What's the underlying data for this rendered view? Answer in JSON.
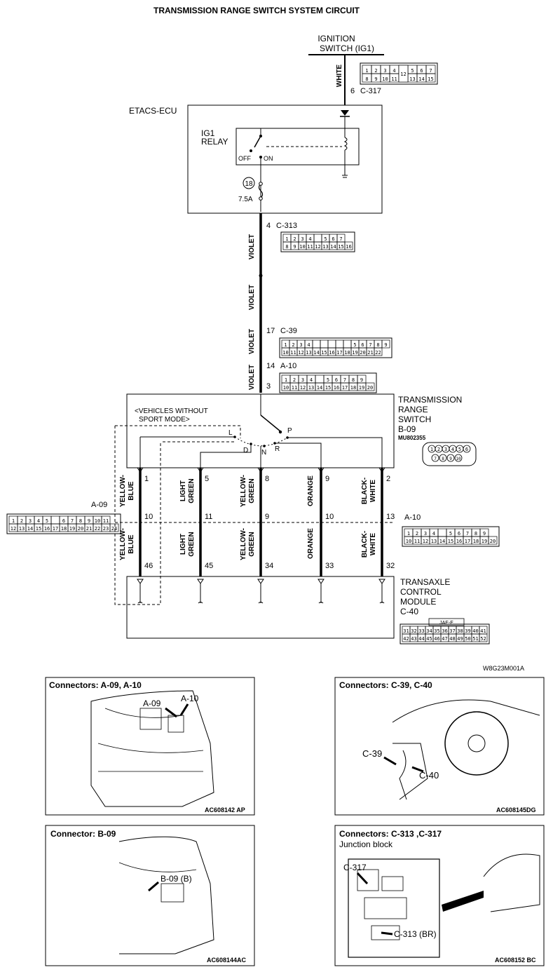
{
  "title": "TRANSMISSION RANGE SWITCH SYSTEM CIRCUIT",
  "ignition": {
    "line1": "IGNITION",
    "line2": "SWITCH (IG1)",
    "wire": "WHITE",
    "pin": "6",
    "connector": "C-317"
  },
  "etacs": {
    "label": "ETACS-ECU",
    "relay_line1": "IG1",
    "relay_line2": "RELAY",
    "off": "OFF",
    "on": "ON",
    "fuse_no": "18",
    "fuse_amp": "7.5A"
  },
  "c313": {
    "pin": "4",
    "connector": "C-313"
  },
  "c39": {
    "pin": "17",
    "connector": "C-39"
  },
  "a10_top": {
    "pin": "14",
    "connector": "A-10"
  },
  "violet": "VIOLET",
  "b09_pin3": "3",
  "trs": {
    "line1": "TRANSMISSION",
    "line2": "RANGE",
    "line3": "SWITCH",
    "connector": "B-09",
    "part": "MU802355",
    "note_line1": "<VEHICLES WITHOUT",
    "note_line2": "SPORT MODE>",
    "positions": [
      "L",
      "P",
      "D",
      "N",
      "R"
    ]
  },
  "wires": [
    {
      "l1": "YELLOW-",
      "l2": "BLUE",
      "top_pin": "1",
      "mid_pin": "10",
      "bottom_pin": "46"
    },
    {
      "l1": "LIGHT",
      "l2": "GREEN",
      "top_pin": "5",
      "mid_pin": "11",
      "bottom_pin": "45"
    },
    {
      "l1": "YELLOW-",
      "l2": "GREEN",
      "top_pin": "8",
      "mid_pin": "9",
      "bottom_pin": "34"
    },
    {
      "l1": "ORANGE",
      "l2": "",
      "top_pin": "9",
      "mid_pin": "10",
      "bottom_pin": "33"
    },
    {
      "l1": "BLACK-",
      "l2": "WHITE",
      "top_pin": "2",
      "mid_pin": "13",
      "bottom_pin": "32"
    }
  ],
  "a09": "A-09",
  "a10_mid": "A-10",
  "tcm": {
    "line1": "TRANSAXLE",
    "line2": "CONTROL",
    "line3": "MODULE",
    "connector": "C-40",
    "jae": "JAE-E"
  },
  "diagram_code": "W8G23M001A",
  "panels": [
    {
      "title": "Connectors: A-09, A-10",
      "subtitle": "",
      "code": "AC608142 AP",
      "callouts": [
        "A-09",
        "A-10"
      ]
    },
    {
      "title": "Connectors: C-39, C-40",
      "subtitle": "",
      "code": "AC608145DG",
      "callouts": [
        "C-39",
        "C-40"
      ]
    },
    {
      "title": "Connector: B-09",
      "subtitle": "",
      "code": "AC608144AC",
      "callouts": [
        "B-09 (B)"
      ]
    },
    {
      "title": "Connectors: C-313 ,C-317",
      "subtitle": "Junction block",
      "code": "AC608152 BC",
      "callouts": [
        "C-317",
        "C-313 (BR)"
      ]
    }
  ],
  "conn_c317": {
    "row1": [
      "1",
      "2",
      "3",
      "4",
      "",
      "5",
      "6",
      "7"
    ],
    "row2": [
      "8",
      "9",
      "10",
      "11",
      "",
      "13",
      "14",
      "15"
    ],
    "wide": "12"
  },
  "conn_c313": {
    "row1": [
      "1",
      "2",
      "3",
      "4",
      "",
      "5",
      "6",
      "7"
    ],
    "row2": [
      "8",
      "9",
      "10",
      "11",
      "12",
      "13",
      "14",
      "15",
      "16"
    ]
  },
  "conn_c39": {
    "row1": [
      "1",
      "2",
      "3",
      "4",
      "",
      "",
      "",
      "",
      "",
      "5",
      "6",
      "7",
      "8",
      "9"
    ],
    "row2": [
      "10",
      "11",
      "12",
      "13",
      "14",
      "15",
      "16",
      "17",
      "18",
      "19",
      "20",
      "21",
      "22"
    ]
  },
  "conn_a10": {
    "row1": [
      "1",
      "2",
      "3",
      "4",
      "",
      "5",
      "6",
      "7",
      "8",
      "9"
    ],
    "row2": [
      "10",
      "11",
      "12",
      "13",
      "14",
      "15",
      "16",
      "17",
      "18",
      "19",
      "20"
    ]
  },
  "conn_a09": {
    "row1": [
      "1",
      "2",
      "3",
      "4",
      "5",
      "",
      "6",
      "7",
      "8",
      "9",
      "10",
      "11"
    ],
    "row2": [
      "12",
      "13",
      "14",
      "15",
      "16",
      "17",
      "18",
      "19",
      "20",
      "21",
      "22",
      "23",
      "24"
    ]
  },
  "conn_b09": {
    "row1": [
      "1",
      "2",
      "3",
      "4",
      "5",
      "6"
    ],
    "row2": [
      "7",
      "8",
      "9",
      "10"
    ]
  },
  "conn_c40": {
    "row1": [
      "31",
      "32",
      "33",
      "34",
      "35",
      "36",
      "37",
      "38",
      "39",
      "40",
      "41"
    ],
    "row2": [
      "42",
      "43",
      "44",
      "45",
      "46",
      "47",
      "48",
      "49",
      "50",
      "51",
      "52"
    ]
  }
}
